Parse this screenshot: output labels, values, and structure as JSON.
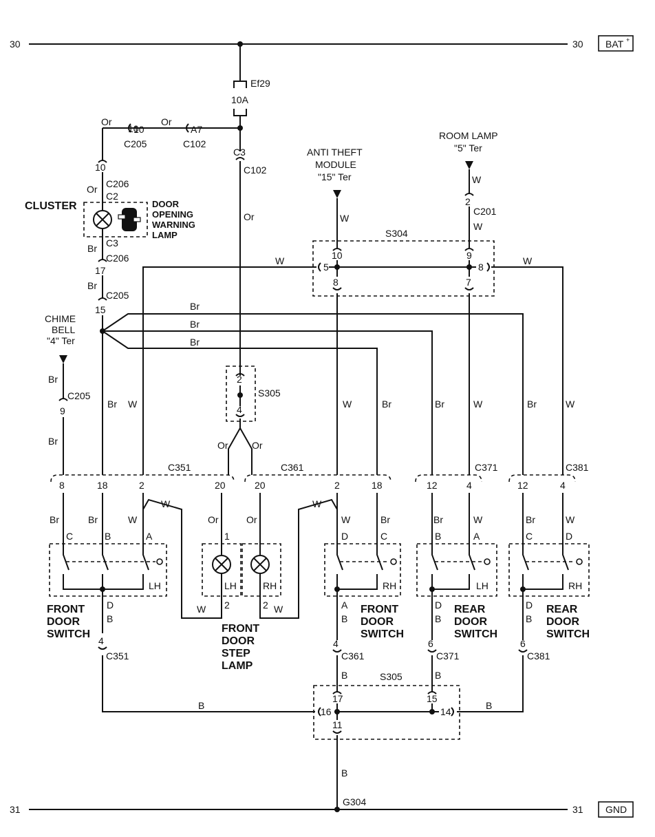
{
  "rails": {
    "top_left": "30",
    "top_right": "30",
    "bat": "BAT",
    "bat_sup": "+",
    "bottom_left": "31",
    "bottom_right": "31",
    "gnd": "GND"
  },
  "fuse": {
    "id": "Ef29",
    "rating": "10A"
  },
  "connectors": {
    "c3": "C3",
    "c102a": "C102",
    "c102b": "C102",
    "a7": "A7",
    "p10": "10",
    "c205a": "C205",
    "c206a": "C206",
    "c2": "C2",
    "c3b": "C3",
    "c206b": "C206",
    "p10b": "10",
    "p17": "17",
    "c205b": "C205",
    "p15": "15",
    "c205c": "C205",
    "p9": "9",
    "c201": "C201",
    "p2": "2",
    "c351": "C351",
    "c361": "C361",
    "c371": "C371",
    "c381": "C381",
    "c351b": "C351",
    "c361b": "C361",
    "c371b": "C371",
    "c381b": "C381",
    "s304": "S304",
    "s305a": "S305",
    "s305b": "S305",
    "g304": "G304"
  },
  "splice_s304": {
    "p10": "10",
    "p9": "9",
    "p5": "5",
    "p8a": "8",
    "p8b": "8",
    "p7": "7"
  },
  "splice_s305": {
    "p2": "2",
    "p4": "4"
  },
  "splice_s305b": {
    "p17": "17",
    "p15": "15",
    "p16": "16",
    "p14": "14",
    "p11": "11"
  },
  "wires": {
    "or": "Or",
    "br": "Br",
    "w": "W",
    "b": "B"
  },
  "labels": {
    "cluster": "CLUSTER",
    "door_warn_1": "DOOR",
    "door_warn_2": "OPENING",
    "door_warn_3": "WARNING",
    "door_warn_4": "LAMP",
    "chime_1": "CHIME",
    "chime_2": "BELL",
    "chime_3": "\"4\" Ter",
    "anti_1": "ANTI THEFT",
    "anti_2": "MODULE",
    "anti_3": "\"15\" Ter",
    "room_1": "ROOM LAMP",
    "room_2": "\"5\" Ter",
    "front": "FRONT",
    "rear": "REAR",
    "door": "DOOR",
    "switch": "SWITCH",
    "step": "STEP",
    "lamp": "LAMP",
    "lh": "LH",
    "rh": "RH"
  },
  "pins_c351": [
    "8",
    "18",
    "2",
    "20"
  ],
  "pins_c361": [
    "20",
    "2",
    "18"
  ],
  "pins_c371": [
    "12",
    "4"
  ],
  "pins_c381": [
    "12",
    "4"
  ],
  "switch_pins": {
    "fl": [
      "C",
      "B",
      "A",
      "D",
      "B"
    ],
    "fr": [
      "D",
      "C",
      "A",
      "B"
    ],
    "rl": [
      "B",
      "A",
      "D",
      "B"
    ],
    "rr": [
      "C",
      "D",
      "D",
      "B"
    ]
  },
  "lamp_pins": {
    "lh1": "1",
    "lh2": "2",
    "rh2": "2"
  },
  "bottom_pins": {
    "c351": "4",
    "c361": "4",
    "c371": "6",
    "c381": "6"
  }
}
